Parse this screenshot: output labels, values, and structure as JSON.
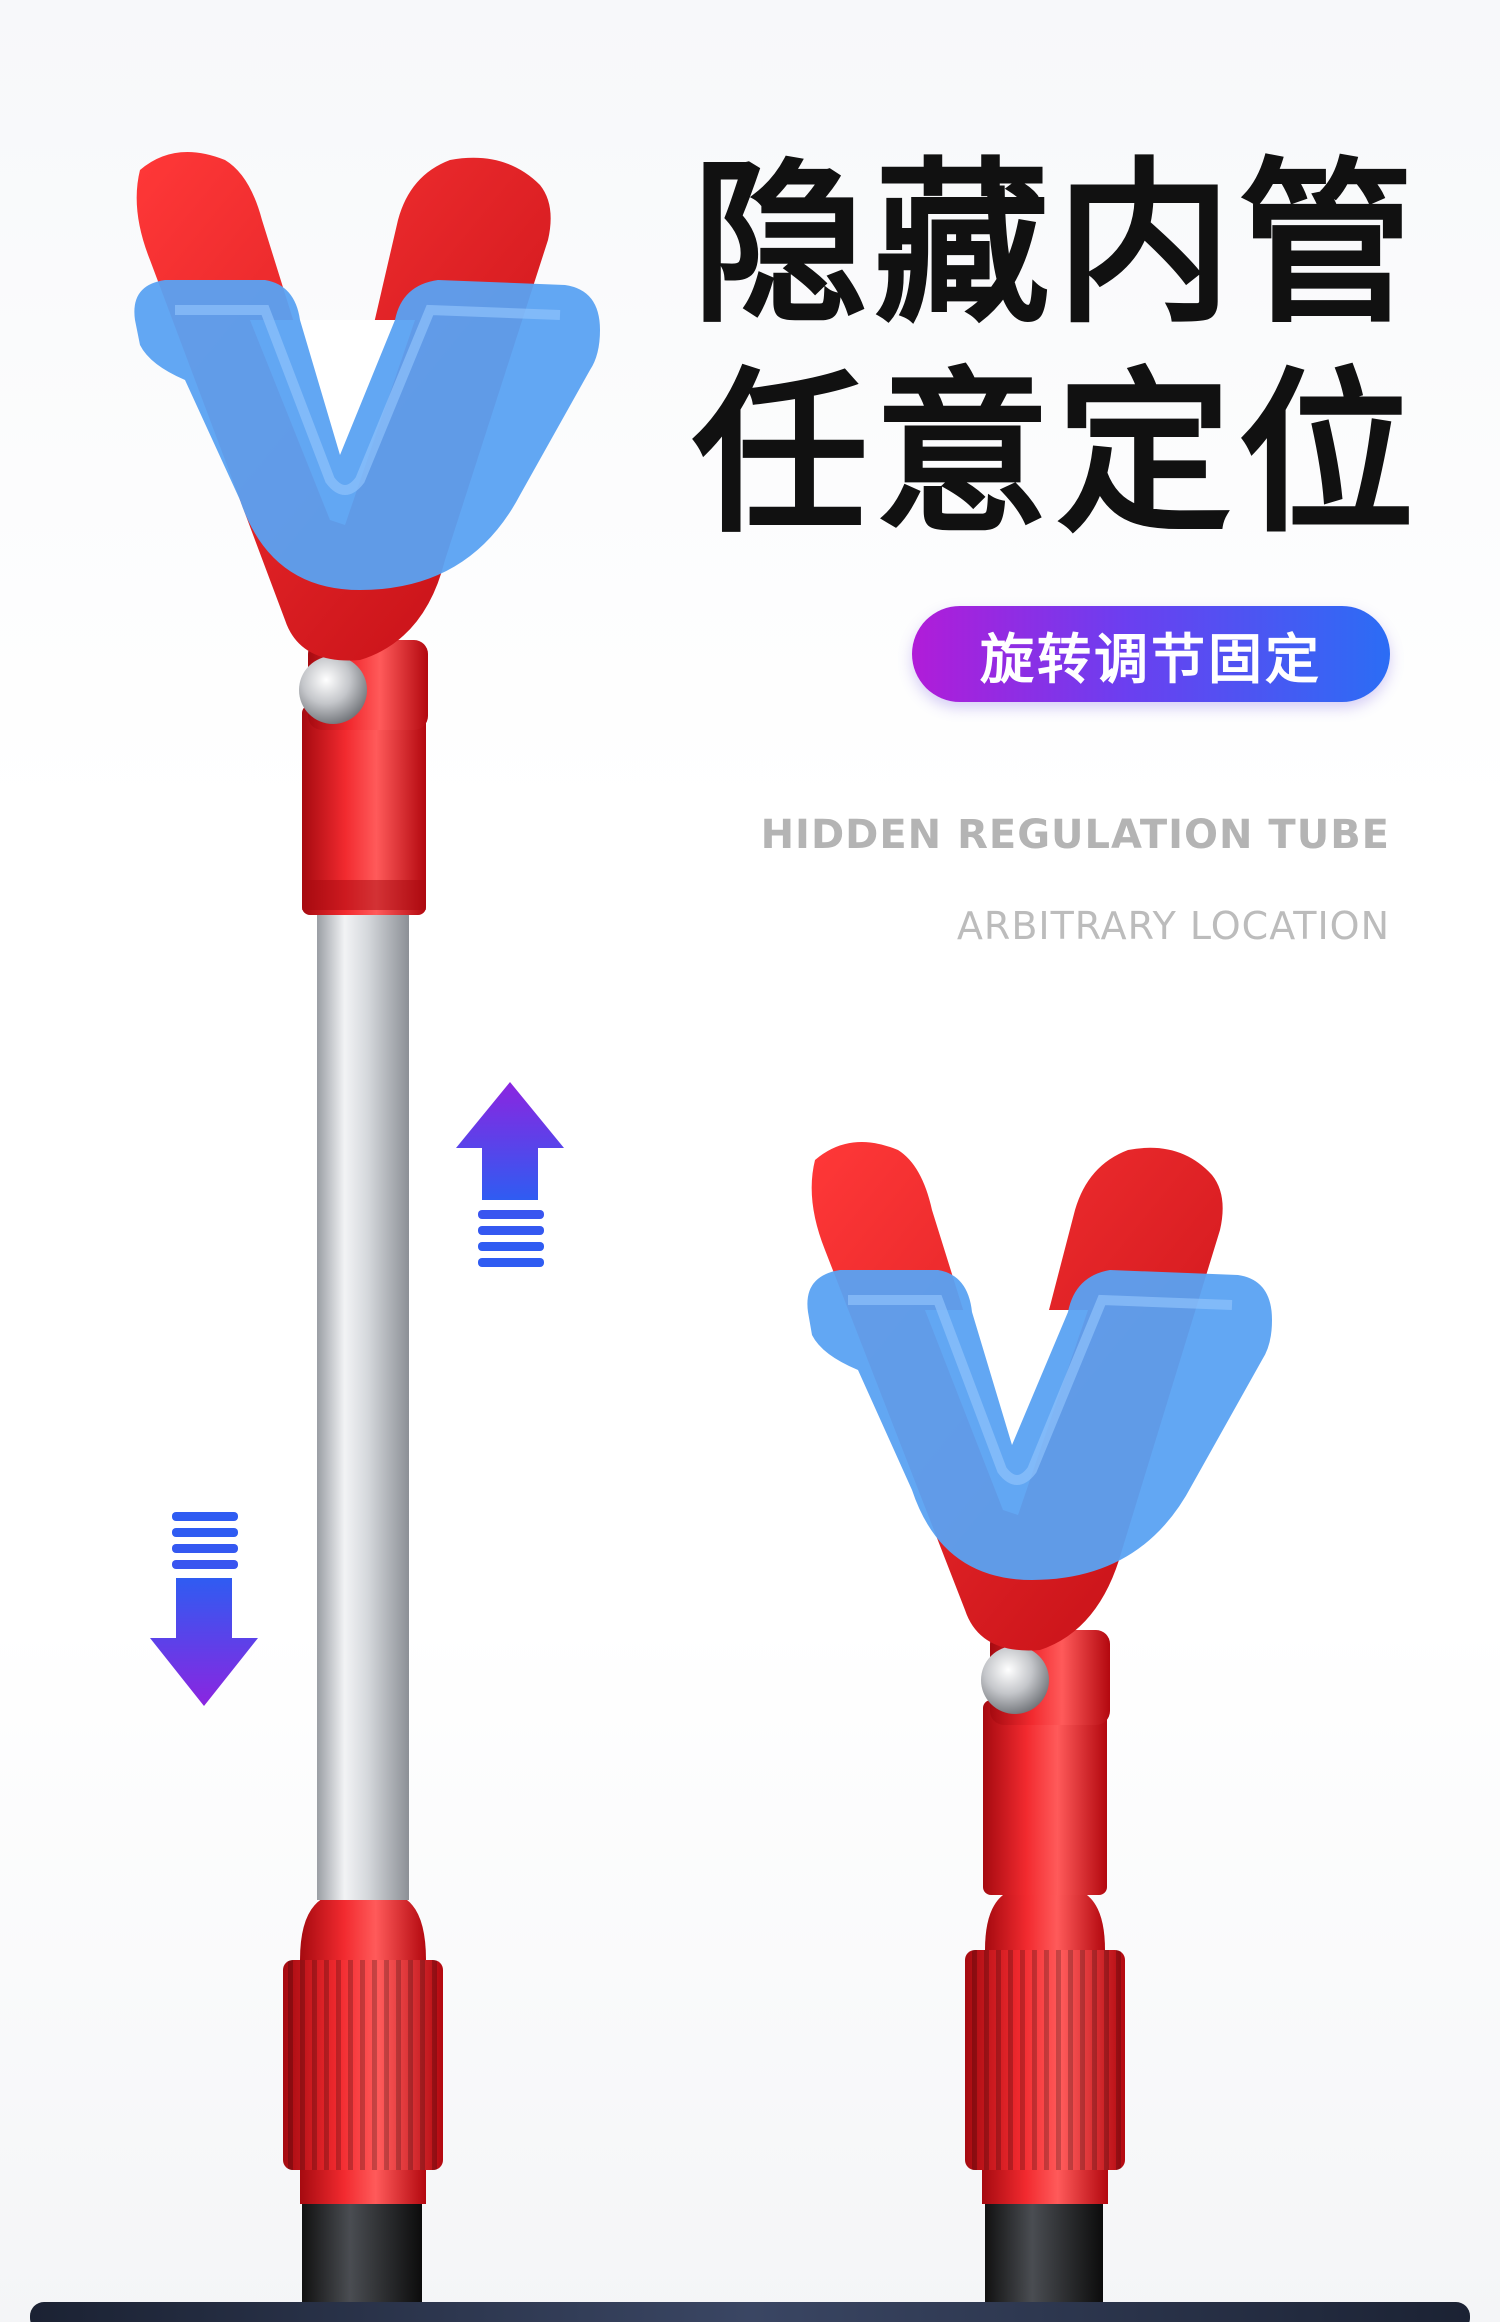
{
  "headline": {
    "line1": "隐藏内管",
    "line2": "任意定位"
  },
  "badge": {
    "label": "旋转调节固定"
  },
  "english": {
    "line1": "HIDDEN REGULATION TUBE",
    "line2": "ARBITRARY LOCATION"
  },
  "colors": {
    "holder_red": "#e3121a",
    "pad_blue": "#5aa2f2",
    "tube_silver": "#c9cdd2",
    "arrow_top": "#8b25e0",
    "arrow_bottom": "#2f5cf2",
    "headline": "#111111",
    "badge_start": "#b11cd8",
    "badge_end": "#2b6df5"
  },
  "icons": [
    "up-arrow-icon",
    "down-arrow-icon"
  ]
}
